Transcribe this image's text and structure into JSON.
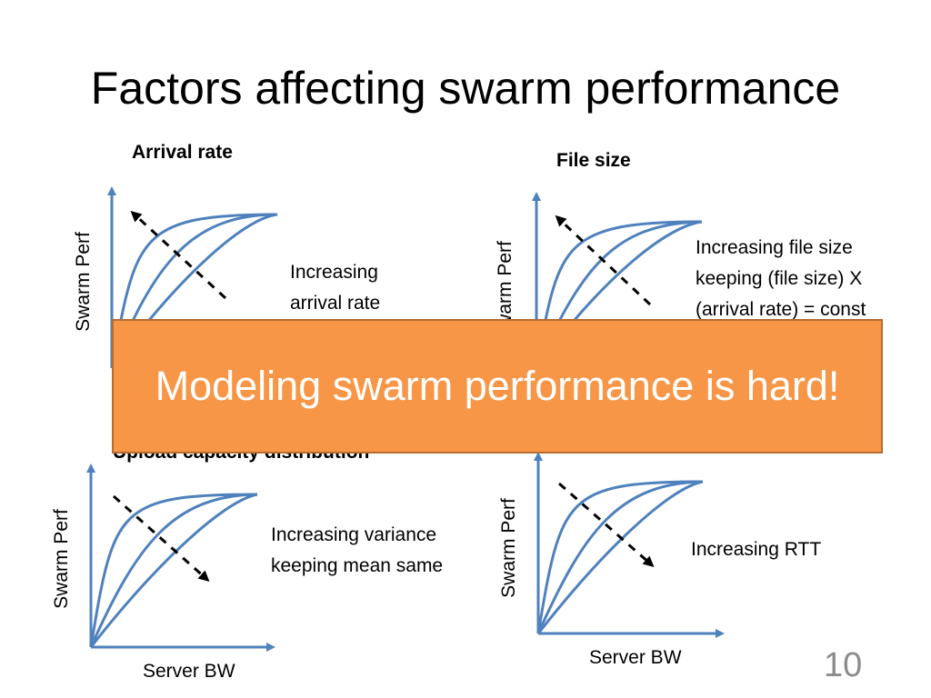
{
  "slide": {
    "title": "Factors affecting swarm performance",
    "banner": "Modeling swarm performance is hard!",
    "page_number": "10"
  },
  "panels": [
    {
      "heading": "Arrival rate",
      "y_label": "Swarm Perf",
      "x_label": "",
      "annotation": [
        "Increasing",
        "arrival rate"
      ]
    },
    {
      "heading": "File size",
      "y_label": "Swarm Perf",
      "x_label": "",
      "annotation": [
        "Increasing file size",
        "keeping (file size) X",
        "(arrival rate) = const"
      ]
    },
    {
      "heading": "Upload capacity distribution",
      "y_label": "Swarm Perf",
      "x_label": "Server BW",
      "annotation": [
        "Increasing variance",
        "keeping mean same"
      ]
    },
    {
      "heading": "",
      "y_label": "Swarm Perf",
      "x_label": "Server BW",
      "annotation": [
        "Increasing RTT"
      ]
    }
  ],
  "colors": {
    "curve": "#4f81bd",
    "banner": "#f79646",
    "banner_border": "#b66d31",
    "arrow": "#000000"
  }
}
